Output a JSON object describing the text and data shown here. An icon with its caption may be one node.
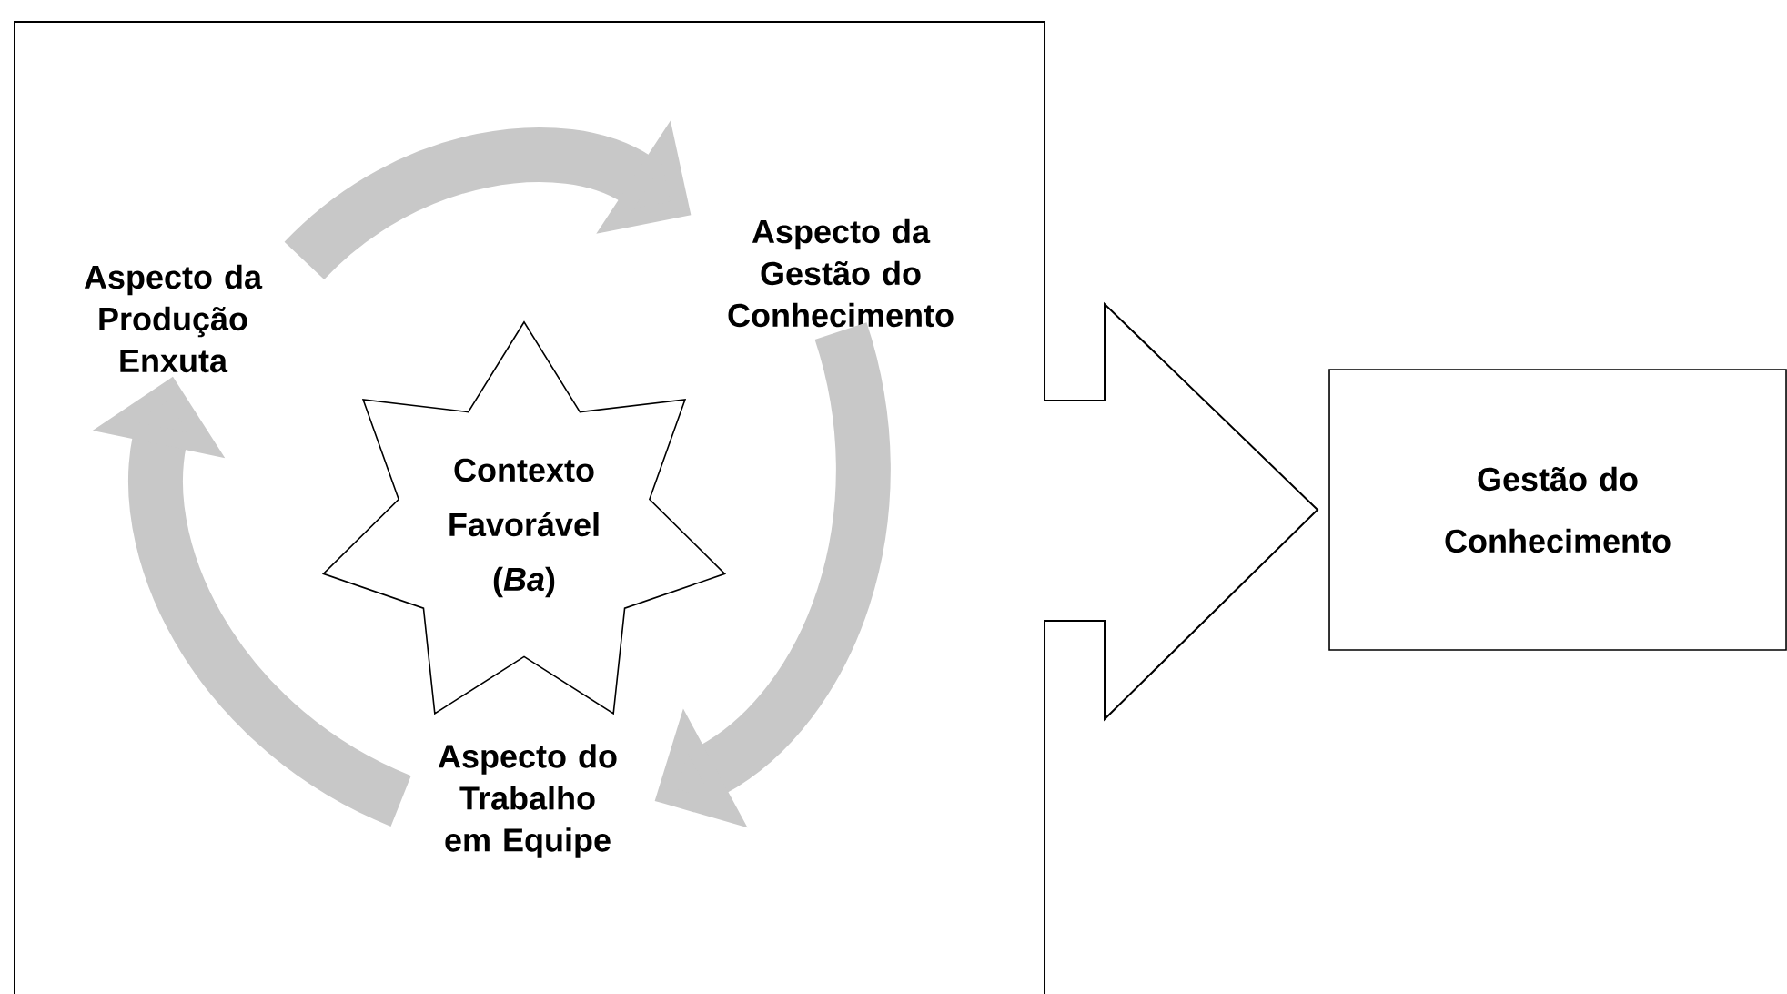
{
  "diagram": {
    "nodes": [
      {
        "text": [],
        "shape": "arrow"
      },
      {
        "text": [
          "Aspecto da Produção Enxuta"
        ],
        "in": 0
      },
      {
        "text": [
          "Aspecto da Gestão do Conhecimento"
        ],
        "in": 0
      },
      {
        "text": [
          "Aspecto do Trabalho em Equipe"
        ],
        "in": 0
      },
      {
        "text": [
          "Contexto Favorável (*Ba*)"
        ],
        "in": 0
      },
      {
        "text": [
          "Gestão do Conhecimento"
        ]
      }
    ],
    "edges": [
      {
        "from": 1,
        "to": 2,
        "arrow": "to"
      },
      {
        "from": 2,
        "to": 3,
        "arrow": "to"
      },
      {
        "from": 3,
        "to": 1,
        "arrow": "to"
      }
    ]
  }
}
